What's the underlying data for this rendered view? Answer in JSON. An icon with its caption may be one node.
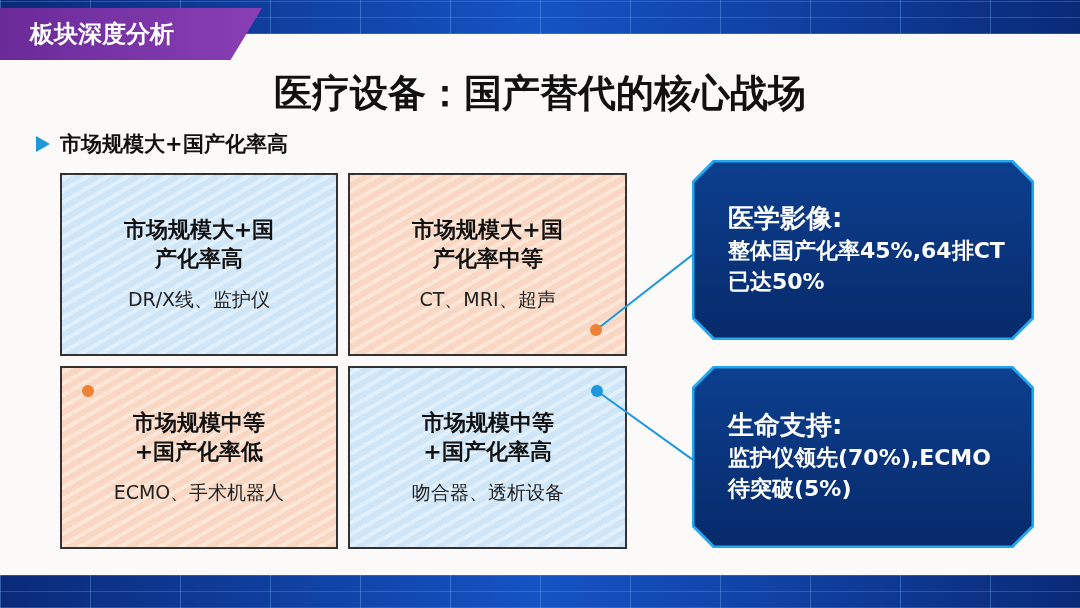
{
  "diagram": {
    "title": "医疗设备：国产替代的核心战场",
    "nodes": [
      {
        "text": [
          "板块深度分析"
        ]
      },
      {
        "text": [
          "市场规模大+国产化率高",
          "DR/X线、监护仪"
        ]
      },
      {
        "text": [
          "市场规模大+国产化率中等",
          "CT、MRI、超声"
        ]
      },
      {
        "text": [
          "市场规模中等+国产化率低",
          "ECMO、手术机器人"
        ]
      },
      {
        "text": [
          "市场规模中等+国产化率高",
          "吻合器、透析设备"
        ]
      },
      {
        "text": [
          "医学影像:",
          "整体国产化率45%,64排CT已达50%"
        ]
      },
      {
        "text": [
          "生命支持:",
          "监护仪领先(70%),ECMO待突破(5%)"
        ]
      }
    ],
    "edges": [
      {
        "from": 2,
        "to": 5,
        "arrow": "other"
      },
      {
        "from": 4,
        "to": 6,
        "arrow": "other"
      }
    ],
    "labels": [
      "市场规模大+国产化率高"
    ]
  }
}
